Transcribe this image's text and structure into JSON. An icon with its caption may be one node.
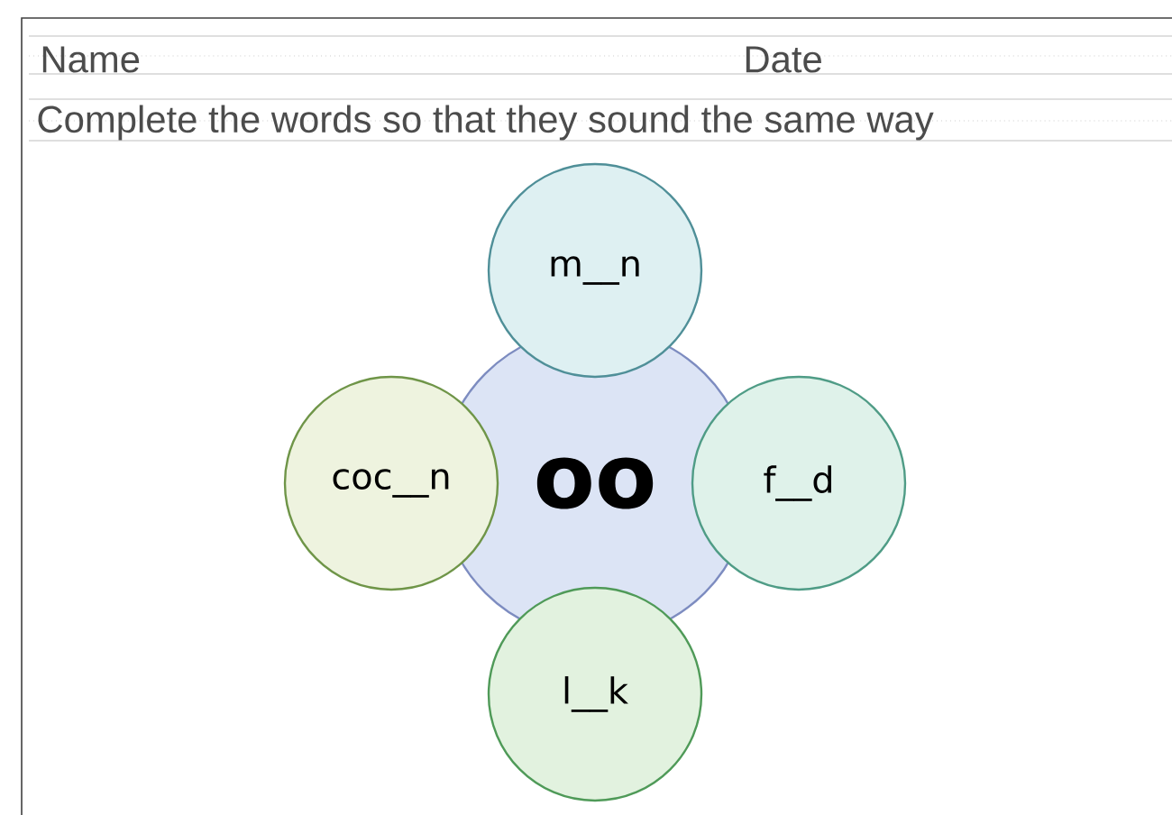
{
  "diagram": {
    "nodes": [
      {
        "text": [
          "oo"
        ]
      },
      {
        "text": [
          "m__n"
        ]
      },
      {
        "text": [
          "coc__n"
        ]
      },
      {
        "text": [
          "f__d"
        ]
      },
      {
        "text": [
          "l__k"
        ]
      }
    ],
    "labels": [
      "Name",
      "Date",
      "Complete the words so that they sound the same way"
    ]
  }
}
